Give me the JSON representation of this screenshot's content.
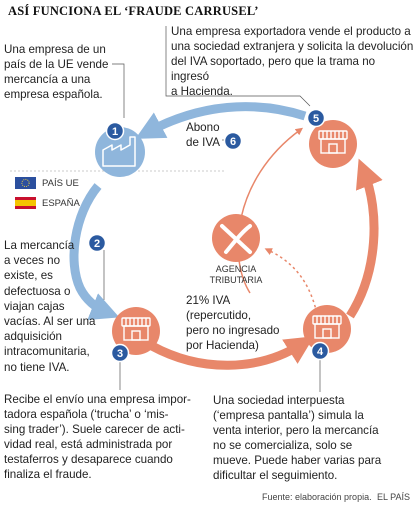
{
  "title": "ASÍ FUNCIONA EL ‘FRAUDE CARRUSEL’",
  "steps": [
    {
      "number": "1",
      "lines": [
        "Una empresa de un",
        "país de la UE vende",
        "mercancía a una",
        "empresa española."
      ]
    },
    {
      "number": "2",
      "lines": [
        "La mercancía",
        "a veces no",
        "existe, es",
        "defectuosa o",
        "viajan cajas",
        "vacías. Al ser una",
        "adquisición",
        "intracomunitaria,",
        "no tiene IVA."
      ]
    },
    {
      "number": "3",
      "lines": [
        "Recibe el envío una empresa impor-",
        "tadora española (‘trucha’ o ‘mis-",
        "sing trader’). Suele carecer de acti-",
        "vidad real, está administrada por",
        "testaferros y desaparece cuando",
        "finaliza el fraude."
      ]
    },
    {
      "number": "4",
      "lines": [
        "Una sociedad interpuesta",
        "(‘empresa pantalla’) simula la",
        "venta interior, pero la mercancía",
        "no se comercializa, solo se",
        "mueve. Puede haber varias para",
        "dificultar el seguimiento."
      ]
    },
    {
      "number": "5",
      "lines": [
        "Una empresa exportadora vende el producto a",
        "una sociedad extranjera y solicita la devolución",
        "del IVA soportado, pero que la trama no ingresó",
        "a Hacienda."
      ]
    },
    {
      "number": "6",
      "lines": [
        "Abono",
        "de IVA"
      ]
    }
  ],
  "iva_note": [
    "21% IVA",
    "(repercutido,",
    "pero no ingresado",
    "por Hacienda)"
  ],
  "agency": [
    "AGENCIA",
    "TRIBUTARIA"
  ],
  "legend": {
    "eu": "PAÍS UE",
    "es": "ESPAÑA"
  },
  "source": "Fuente: elaboración propia.",
  "credit": "EL PAÍS",
  "colors": {
    "eu_blue": "#8fb6dc",
    "spain_orange": "#e8876a",
    "badge_blue": "#2b5aa0"
  }
}
